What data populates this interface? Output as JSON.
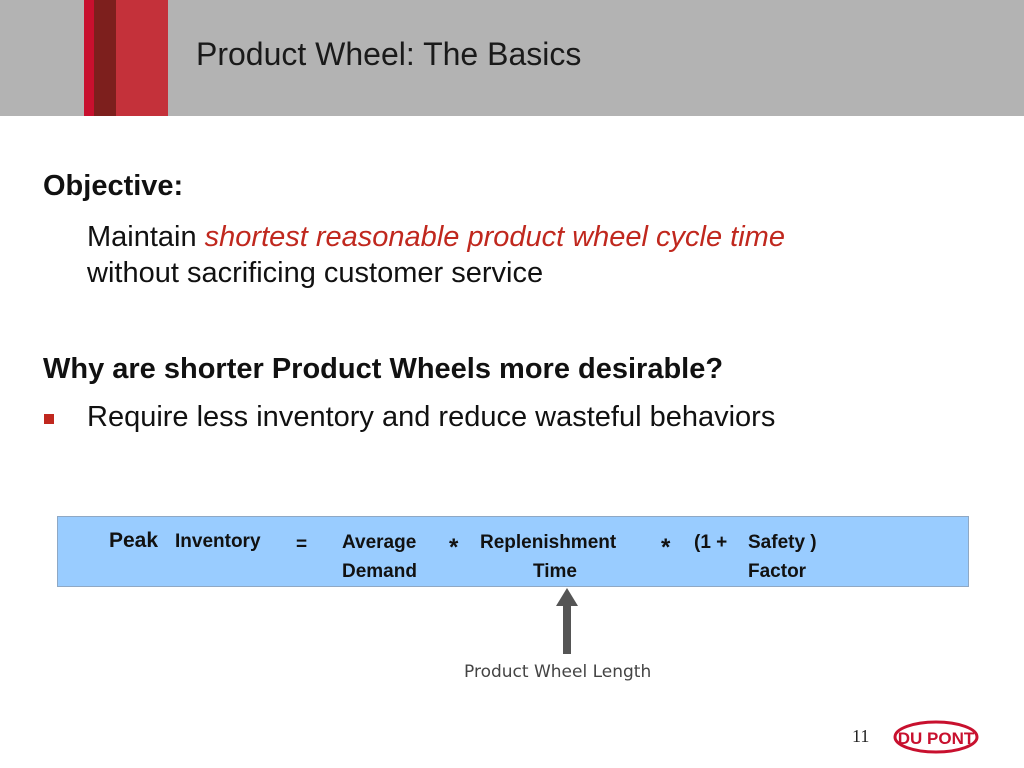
{
  "slide": {
    "title": "Product Wheel: The Basics",
    "page_number": "11"
  },
  "objective": {
    "heading": "Objective:",
    "text_prefix": "Maintain ",
    "text_highlight": "shortest reasonable product wheel cycle time",
    "text_suffix": "without sacrificing customer service"
  },
  "why": {
    "heading": "Why are shorter Product Wheels more desirable?",
    "bullets": [
      "Require less inventory and reduce wasteful behaviors"
    ]
  },
  "formula": {
    "peak": "Peak",
    "inventory": "Inventory",
    "equals": "=",
    "average": "Average",
    "demand": "Demand",
    "times1": "*",
    "replenishment": "Replenishment",
    "time": "Time",
    "times2": "*",
    "one_plus": "(1 +",
    "safety": "Safety )",
    "factor": "Factor"
  },
  "annotation": {
    "label": "Product Wheel Length"
  },
  "logo": {
    "text": "DU PONT",
    "color": "#c8102e"
  },
  "colors": {
    "accent": "#c0281e",
    "header_gray": "#b3b3b3",
    "formula_bg": "#99ccff"
  }
}
